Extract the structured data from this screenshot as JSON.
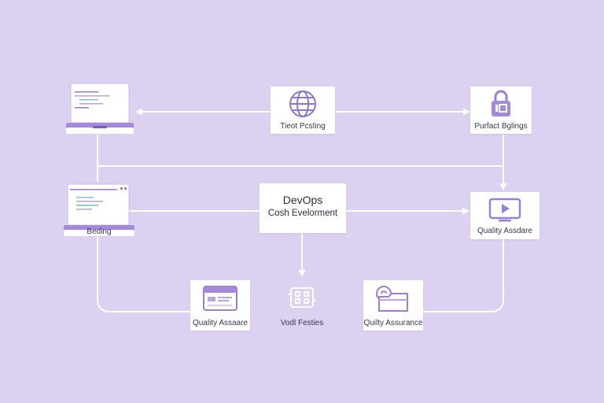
{
  "colors": {
    "background": "#dcd1f0",
    "accent": "#9b7fd6",
    "accent_dark": "#7d5cc6",
    "line": "#ffffff"
  },
  "nodes": {
    "top_center": {
      "label": "Tieot Pcsting",
      "icon": "globe-icon"
    },
    "top_right": {
      "label": "Purfact Bglings",
      "icon": "lock-icon"
    },
    "center": {
      "title": "DevOps",
      "subtitle": "Cosh Evelorment"
    },
    "mid_left": {
      "label": "Beding",
      "icon": "laptop-code-icon"
    },
    "mid_right": {
      "label": "Quality Assdare",
      "icon": "video-play-icon"
    },
    "bottom_left": {
      "label": "Quality Assaare",
      "icon": "browser-window-icon"
    },
    "bottom_center": {
      "label": "Vodl Festies",
      "icon": "test-grid-icon"
    },
    "bottom_right": {
      "label": "Quilty Assurance",
      "icon": "folder-icon"
    },
    "top_left_laptop": {
      "icon": "laptop-code-icon"
    }
  }
}
